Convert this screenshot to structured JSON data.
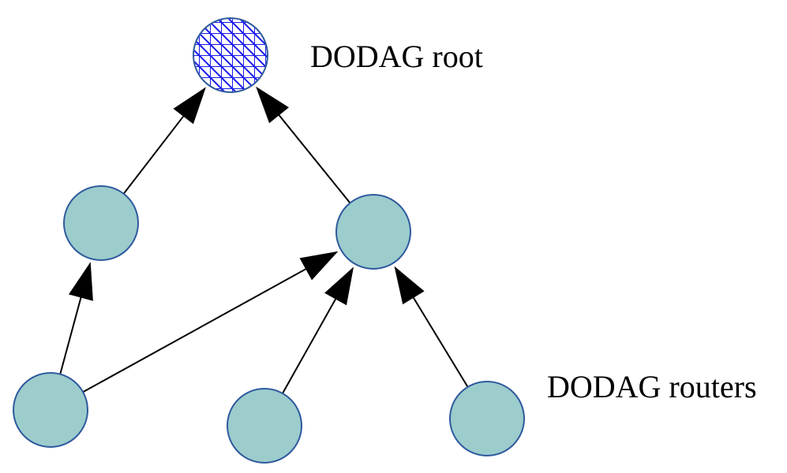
{
  "labels": {
    "root": "DODAG root",
    "routers": "DODAG routers"
  },
  "colors": {
    "node_fill": "#9ccccc",
    "node_stroke": "#2f5a9e",
    "root_fill": "#ffffff",
    "root_hatch": "#1a1aee",
    "edge": "#000000"
  },
  "nodes": [
    {
      "id": "root",
      "kind": "root"
    },
    {
      "id": "mid-left",
      "kind": "router"
    },
    {
      "id": "mid-right",
      "kind": "router"
    },
    {
      "id": "bottom-left",
      "kind": "router"
    },
    {
      "id": "bottom-center",
      "kind": "router"
    },
    {
      "id": "bottom-right",
      "kind": "router"
    }
  ],
  "edges": [
    {
      "from": "mid-left",
      "to": "root"
    },
    {
      "from": "mid-right",
      "to": "root"
    },
    {
      "from": "bottom-left",
      "to": "mid-left"
    },
    {
      "from": "bottom-left",
      "to": "mid-right"
    },
    {
      "from": "bottom-center",
      "to": "mid-right"
    },
    {
      "from": "bottom-right",
      "to": "mid-right"
    }
  ]
}
